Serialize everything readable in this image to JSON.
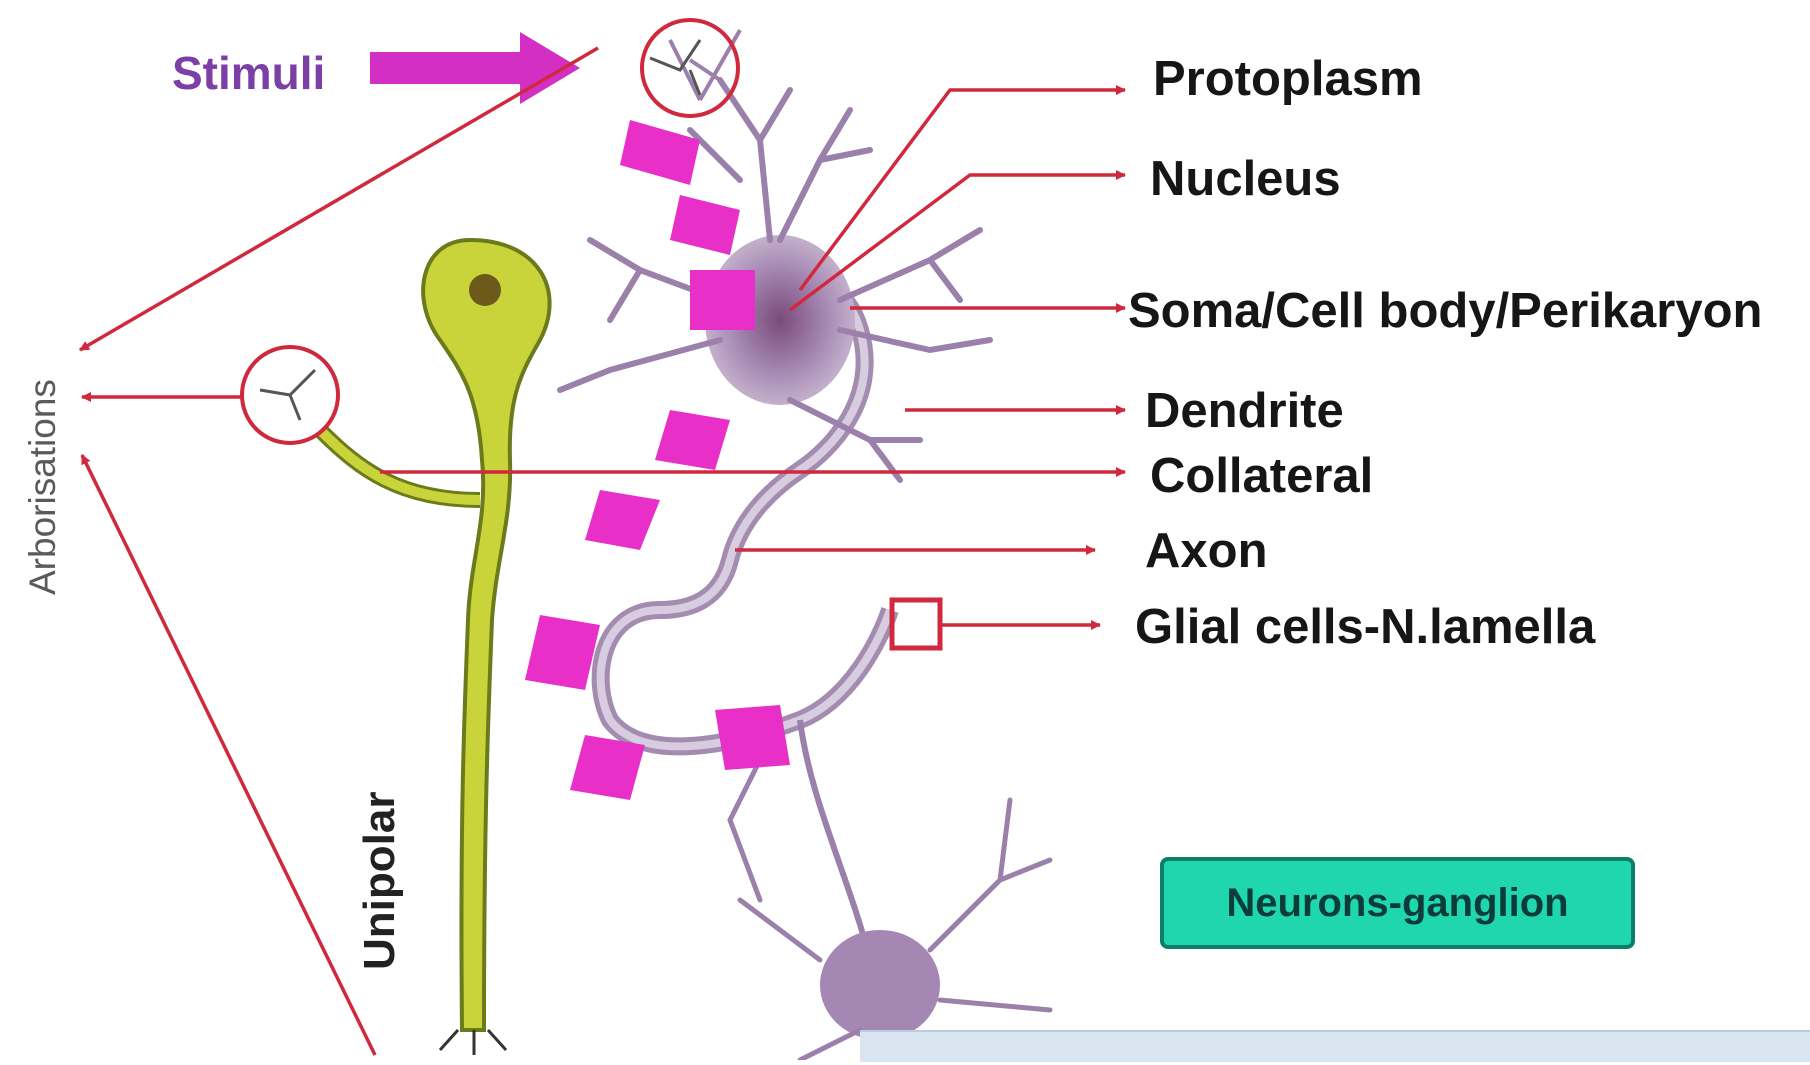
{
  "diagram": {
    "stimuli_label": "Stimuli",
    "arborisations_label": "Arborisations",
    "unipolar_label": "Unipolar",
    "labels": {
      "protoplasm": "Protoplasm",
      "nucleus": "Nucleus",
      "soma": "Soma/Cell body/Perikaryon",
      "dendrite": "Dendrite",
      "collateral": "Collateral",
      "axon": "Axon",
      "glial": "Glial cells-N.lamella"
    },
    "badge_text": "Neurons-ganglion"
  },
  "colors": {
    "arrow_red": "#d0283c",
    "magenta": "#e830c8",
    "unipolar_yellow": "#c8d43a",
    "neuron_purple": "#9a80aa",
    "badge_green": "#1fd6ae"
  }
}
